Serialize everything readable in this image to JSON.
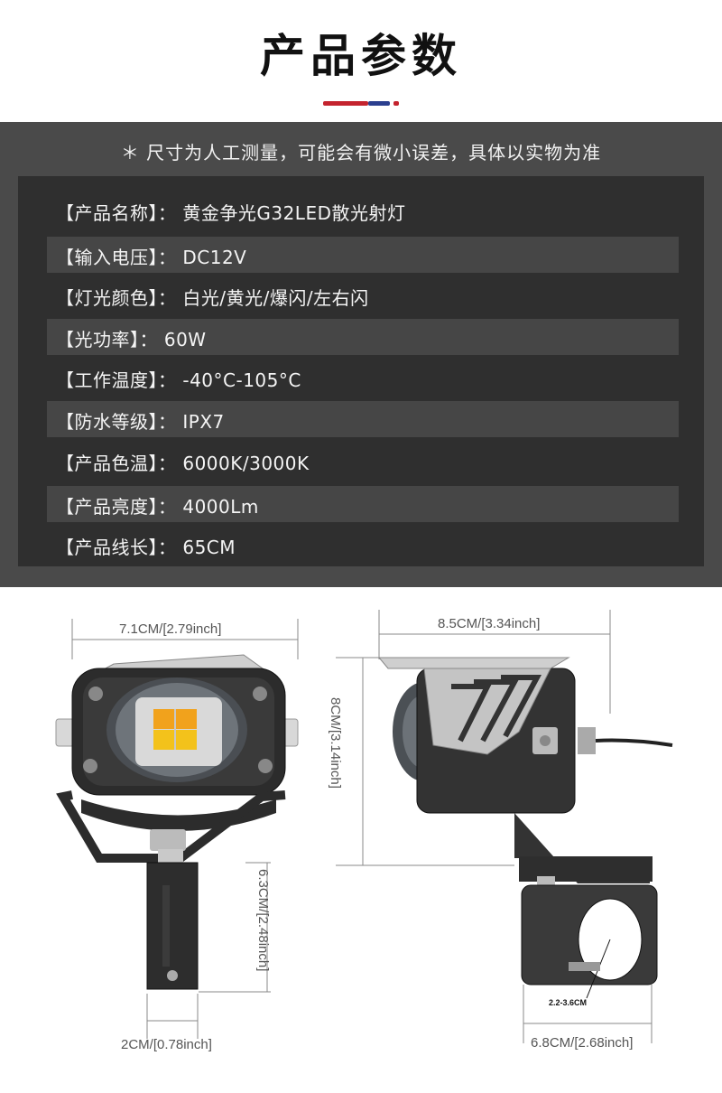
{
  "header": {
    "title": "产品参数"
  },
  "note": "＊ 尺寸为人工测量，可能会有微小误差，具体以实物为准",
  "specs": [
    {
      "text": "【产品名称】：  黄金争光G32LED散光射灯"
    },
    {
      "text": "【输入电压】：  DC12V"
    },
    {
      "text": "【灯光颜色】：  白光/黄光/爆闪/左右闪"
    },
    {
      "text": "【光功率】：  60W"
    },
    {
      "text": "【工作温度】：  -40°C-105°C"
    },
    {
      "text": "【防水等级】：  IPX7"
    },
    {
      "text": "【产品色温】：  6000K/3000K"
    },
    {
      "text": "【产品亮度】：  4000Lm"
    },
    {
      "text": "【产品线长】：  65CM"
    }
  ],
  "dimensions": {
    "front_width": "7.1CM/[2.79inch]",
    "side_width": "8.5CM/[3.34inch]",
    "side_height": "8CM/[3.14inch]",
    "bracket_height": "6.3CM/[2.48inch]",
    "bracket_width": "2CM/[0.78inch]",
    "clamp_width": "6.8CM/[2.68inch]",
    "clamp_range": "2.2-3.6CM"
  },
  "colors": {
    "accent_red": "#c4232e",
    "accent_blue": "#2b3f8f",
    "panel_bg": "#4a4a4a",
    "box_bg": "#2f2f2f",
    "led_yellow": "#f3c21b",
    "led_amber": "#f1a21c"
  }
}
